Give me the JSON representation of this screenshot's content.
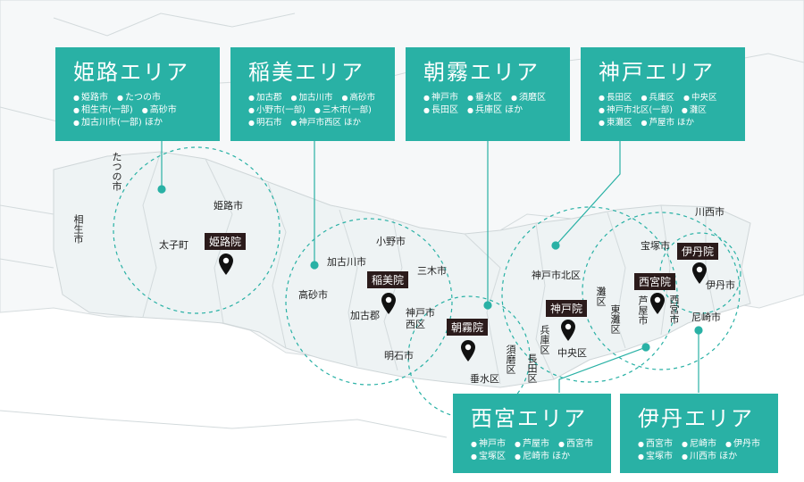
{
  "areas": [
    {
      "title": "姫路エリア",
      "items": [
        "姫路市",
        "たつの市",
        "相生市(一部)",
        "高砂市",
        "加古川市(一部) ほか"
      ]
    },
    {
      "title": "稲美エリア",
      "items": [
        "加古郡",
        "加古川市",
        "高砂市",
        "小野市(一部)",
        "三木市(一部)",
        "明石市",
        "神戸市西区 ほか"
      ]
    },
    {
      "title": "朝霧エリア",
      "items": [
        "神戸市",
        "垂水区",
        "須磨区",
        "長田区",
        "兵庫区 ほか"
      ]
    },
    {
      "title": "神戸エリア",
      "items": [
        "長田区",
        "兵庫区",
        "中央区",
        "神戸市北区(一部)",
        "灘区",
        "東灘区",
        "芦屋市 ほか"
      ]
    },
    {
      "title": "西宮エリア",
      "items": [
        "神戸市",
        "芦屋市",
        "西宮市",
        "宝塚区",
        "尼崎市 ほか"
      ]
    },
    {
      "title": "伊丹エリア",
      "items": [
        "西宮市",
        "尼崎市",
        "伊丹市",
        "宝塚市",
        "川西市 ほか"
      ]
    }
  ],
  "place_labels": {
    "tatsuno": "たつの市",
    "aioi": "相生市",
    "himeji": "姫路市",
    "taishi": "太子町",
    "ono": "小野市",
    "kakogawa": "加古川市",
    "miki": "三木市",
    "takasago": "高砂市",
    "kakogun": "加古郡",
    "kobe_nishi": "神戸市西区",
    "akashi": "明石市",
    "tarumi": "垂水区",
    "suma": "須磨区",
    "nagata": "長田区",
    "hyogo": "兵庫区",
    "chuo": "中央区",
    "kita": "神戸市北区",
    "nada": "灘区",
    "higashinada": "東灘区",
    "ashiya": "芦屋市",
    "nishinomiya": "西宮市",
    "takarazuka": "宝塚市",
    "kawanishi": "川西市",
    "itami": "伊丹市",
    "amagasaki": "尼崎市"
  },
  "clinics": {
    "himeji": "姫路院",
    "inami": "稲美院",
    "asagiri": "朝霧院",
    "kobe": "神戸院",
    "nishinomiya": "西宮院",
    "itami": "伊丹院"
  },
  "colors": {
    "accent": "#29b1a5",
    "map_fill": "#eef3f4",
    "map_line": "#cfd6d8",
    "circle": "#29b1a5",
    "clinic_bg": "#2b1b1b"
  }
}
